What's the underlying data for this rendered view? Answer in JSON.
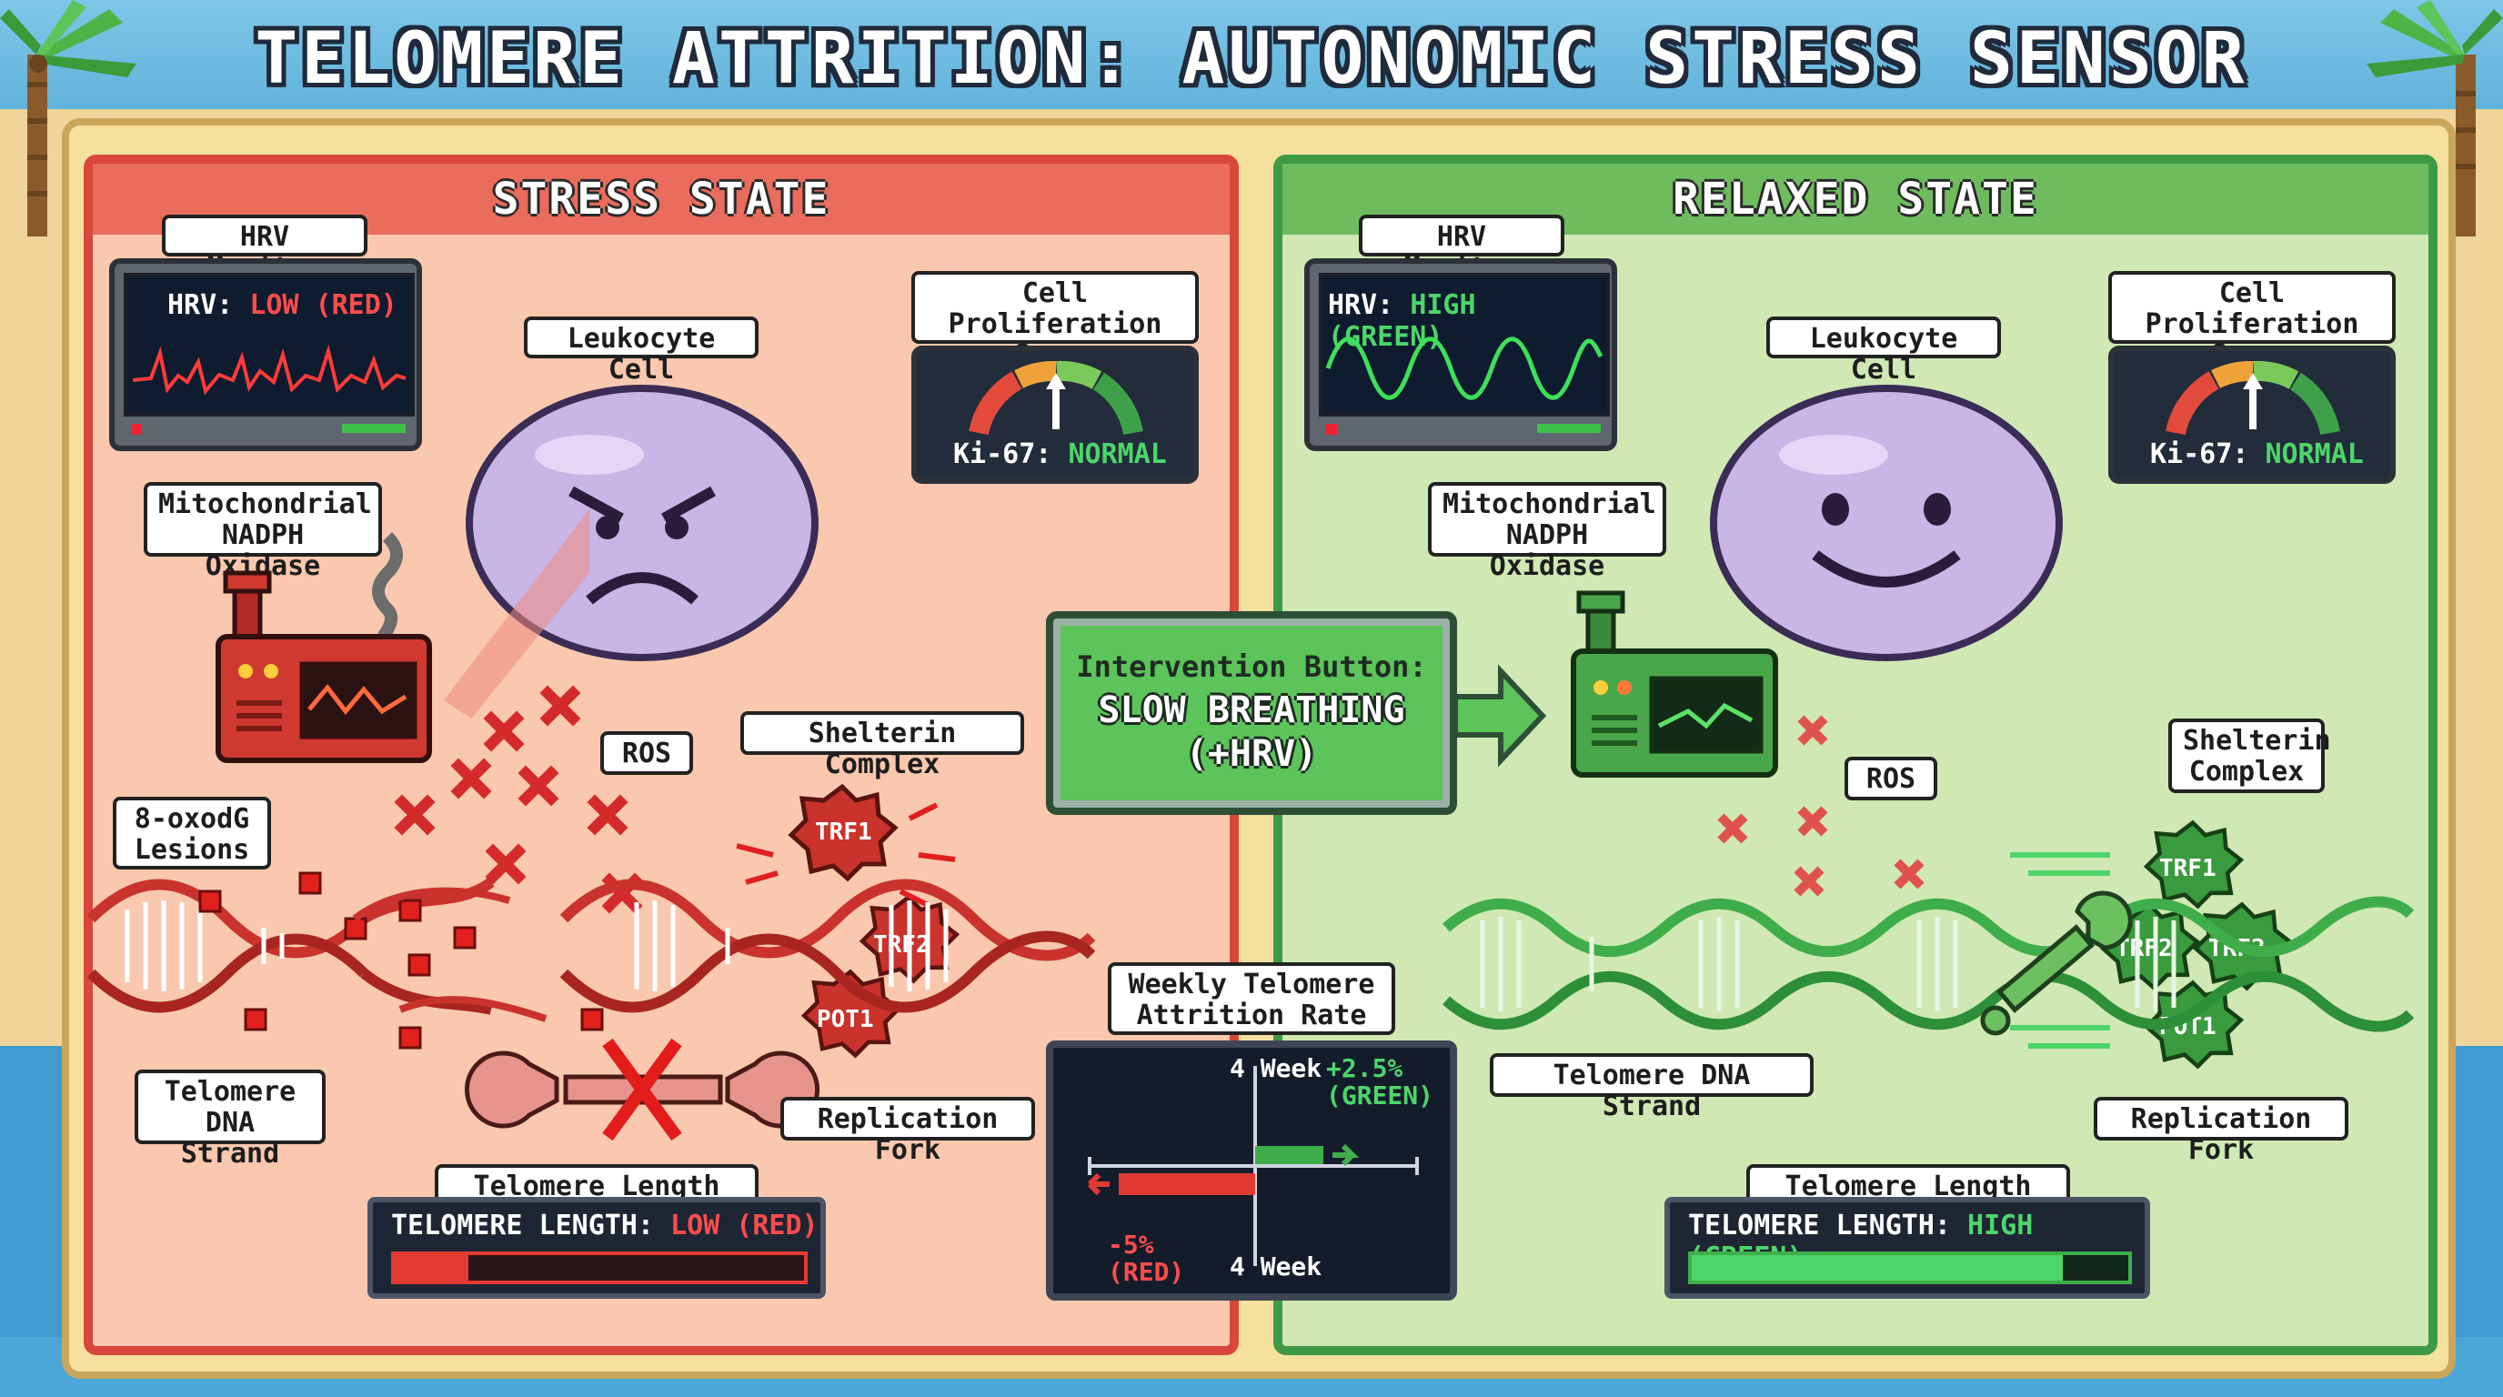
{
  "title": "TELOMERE ATTRITION: AUTONOMIC STRESS SENSOR",
  "stress": {
    "header": "STRESS STATE",
    "hrv_monitor_label": "HRV Monitor",
    "hrv_prefix": "HRV: ",
    "hrv_value": "LOW (RED)",
    "cell_label": "Leukocyte Cell",
    "prolif_label": "Cell Proliferation\nScore",
    "ki67_prefix": "Ki-67: ",
    "ki67_value": "NORMAL",
    "mito_label": "Mitochondrial\nNADPH Oxidase",
    "ros_label": "ROS",
    "shelterin_label": "Shelterin Complex",
    "lesions_label": "8-oxodG\nLesions",
    "trf1": "TRF1",
    "trf2": "TRF2",
    "pot1": "POT1",
    "dna_label": "Telomere\nDNA Strand",
    "fork_label": "Replication Fork",
    "length_bar_label": "Telomere Length Bar",
    "length_prefix": "TELOMERE LENGTH: ",
    "length_value": "LOW (RED)",
    "length_fraction": 0.18
  },
  "relaxed": {
    "header": "RELAXED STATE",
    "hrv_monitor_label": "HRV Monitor",
    "hrv_prefix": "HRV: ",
    "hrv_value": "HIGH (GREEN)",
    "cell_label": "Leukocyte Cell",
    "prolif_label": "Cell Proliferation\nScore",
    "ki67_prefix": "Ki-67: ",
    "ki67_value": "NORMAL",
    "mito_label": "Mitochondrial\nNADPH Oxidase",
    "ros_label": "ROS",
    "shelterin_label": "Shelterin\nComplex",
    "trf1": "TRF1",
    "trf2a": "TRF2",
    "trf2b": "TRF2",
    "pot1": "POT1",
    "dna_label": "Telomere DNA Strand",
    "fork_label": "Replication Fork",
    "length_bar_label": "Telomere Length Bar",
    "length_prefix": "TELOMERE LENGTH: ",
    "length_value": "HIGH (GREEN)",
    "length_fraction": 0.85
  },
  "intervention": {
    "line1": "Intervention Button:",
    "line2": "SLOW BREATHING",
    "line3": "(+HRV)"
  },
  "chart_label": "Weekly Telomere\nAttrition Rate",
  "chart_data": {
    "type": "bar",
    "categories": [
      "4 Week",
      "4 Week"
    ],
    "values": [
      2.5,
      -5
    ],
    "value_labels": [
      "+2.5%\n(GREEN)",
      "-5%\n(RED)"
    ],
    "ylim": [
      -6,
      6
    ]
  },
  "colors": {
    "red": "#e03a33",
    "green": "#3fae4a",
    "neon_green": "#4cd66a",
    "neon_red": "#ff4c4c"
  }
}
